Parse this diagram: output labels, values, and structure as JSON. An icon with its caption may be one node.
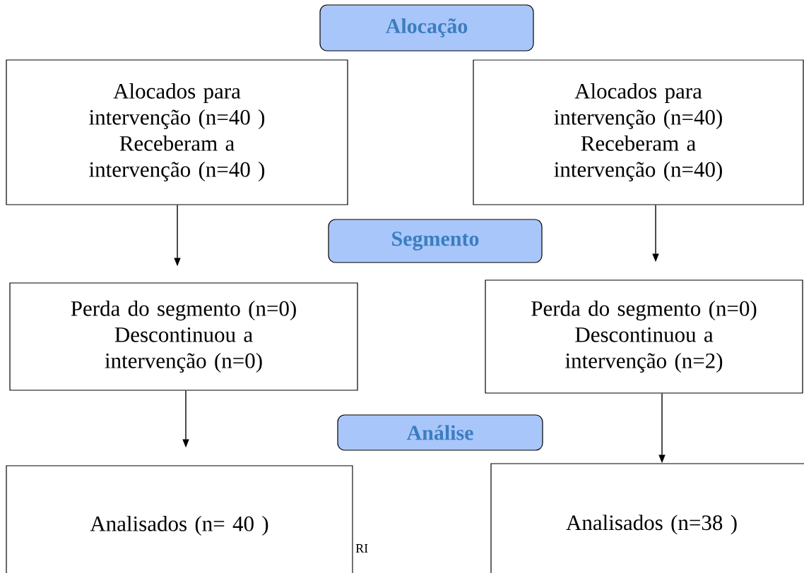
{
  "diagram": {
    "nodes": [
      {
        "text": [
          "Alocação"
        ]
      },
      {
        "text": [
          "Alocados para intervenção (n=40 )",
          "Receberam a intervenção (n=40 )"
        ]
      },
      {
        "text": [
          "Alocados para intervenção (n=40)",
          "Receberam a intervenção (n=40)"
        ]
      },
      {
        "text": [
          "Segmento"
        ]
      },
      {
        "text": [
          "Perda do segmento (n=0)",
          "Descontinuou a intervenção (n=0)"
        ]
      },
      {
        "text": [
          "Perda do segmento (n=0)",
          "Descontinuou a intervenção (n=2)"
        ]
      },
      {
        "text": [
          "Análise"
        ]
      },
      {
        "text": [
          "Analisados (n= 40 )"
        ]
      },
      {
        "text": [
          "Analisados (n=38 )"
        ]
      }
    ],
    "edges": [
      {
        "from": 1,
        "to": 4,
        "arrow": "to"
      },
      {
        "from": 2,
        "to": 5,
        "arrow": "to"
      },
      {
        "from": 4,
        "to": 7,
        "arrow": "to"
      },
      {
        "from": 5,
        "to": 8,
        "arrow": "to"
      }
    ],
    "labels": [
      "RI"
    ]
  }
}
